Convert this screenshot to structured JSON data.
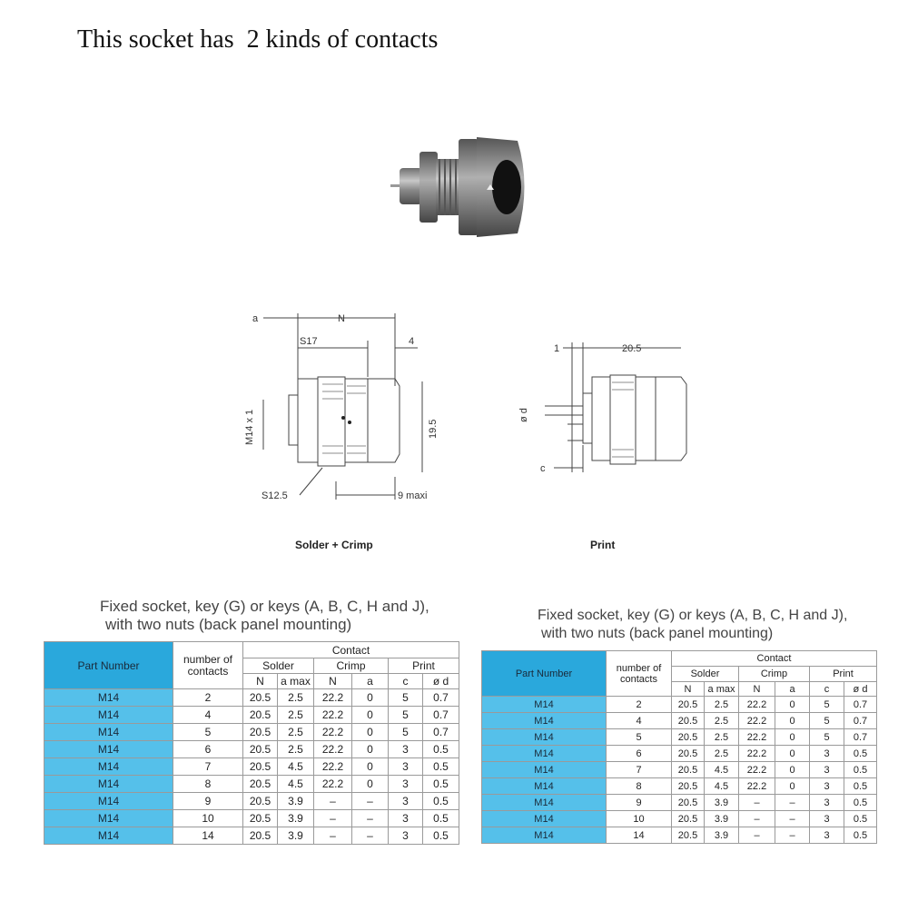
{
  "headline": "This socket has  2 kinds of contacts",
  "drawings": {
    "left": {
      "caption": "Solder + Crimp",
      "labels": {
        "a": "a",
        "n": "N",
        "s17": "S17",
        "four": "4",
        "m14": "M14 x 1",
        "h": "19.5",
        "s125": "S12.5",
        "maxi": "9 maxi"
      }
    },
    "right": {
      "caption": "Print",
      "labels": {
        "one": "1",
        "len": "20.5",
        "od": "ø d",
        "c": "c"
      }
    }
  },
  "table_title_line1": "Fixed socket, key (G) or keys (A, B, C, H and J),",
  "table_title_line2": "with two nuts (back panel mounting)",
  "table": {
    "part_number_header": "Part Number",
    "contacts_header_1": "number of",
    "contacts_header_2": "contacts",
    "contact_header": "Contact",
    "groups": [
      "Solder",
      "Crimp",
      "Print"
    ],
    "subheaders": [
      "N",
      "a max",
      "N",
      "a",
      "c",
      "ø d"
    ],
    "rows": [
      [
        "M14",
        "2",
        "20.5",
        "2.5",
        "22.2",
        "0",
        "5",
        "0.7"
      ],
      [
        "M14",
        "4",
        "20.5",
        "2.5",
        "22.2",
        "0",
        "5",
        "0.7"
      ],
      [
        "M14",
        "5",
        "20.5",
        "2.5",
        "22.2",
        "0",
        "5",
        "0.7"
      ],
      [
        "M14",
        "6",
        "20.5",
        "2.5",
        "22.2",
        "0",
        "3",
        "0.5"
      ],
      [
        "M14",
        "7",
        "20.5",
        "4.5",
        "22.2",
        "0",
        "3",
        "0.5"
      ],
      [
        "M14",
        "8",
        "20.5",
        "4.5",
        "22.2",
        "0",
        "3",
        "0.5"
      ],
      [
        "M14",
        "9",
        "20.5",
        "3.9",
        "–",
        "–",
        "3",
        "0.5"
      ],
      [
        "M14",
        "10",
        "20.5",
        "3.9",
        "–",
        "–",
        "3",
        "0.5"
      ],
      [
        "M14",
        "14",
        "20.5",
        "3.9",
        "–",
        "–",
        "3",
        "0.5"
      ]
    ]
  }
}
